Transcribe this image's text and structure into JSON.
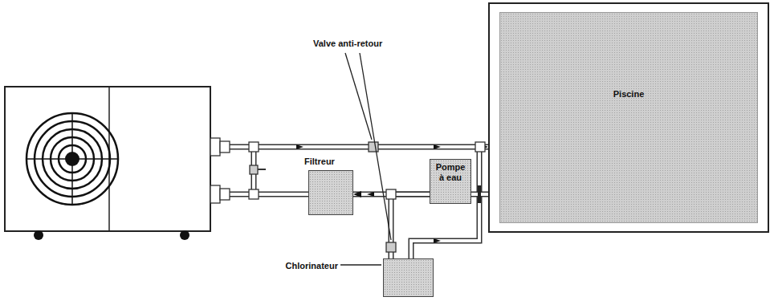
{
  "diagram": {
    "nodes": [
      {
        "text": [
          "Filtreur"
        ]
      },
      {
        "text": [
          "Pompe à eau"
        ]
      },
      {
        "text": [
          "Piscine"
        ]
      },
      {
        "text": [
          "Chlorinateur"
        ]
      }
    ],
    "edges": [
      {
        "from": 1,
        "to": 0,
        "arrow": "to"
      },
      {
        "from": 2,
        "to": 1,
        "arrow": "none"
      },
      {
        "from": 1,
        "to": 3,
        "arrow": "none"
      },
      {
        "from": 3,
        "to": 2,
        "arrow": "to"
      }
    ],
    "labels": [
      "Valve anti-retour"
    ]
  }
}
